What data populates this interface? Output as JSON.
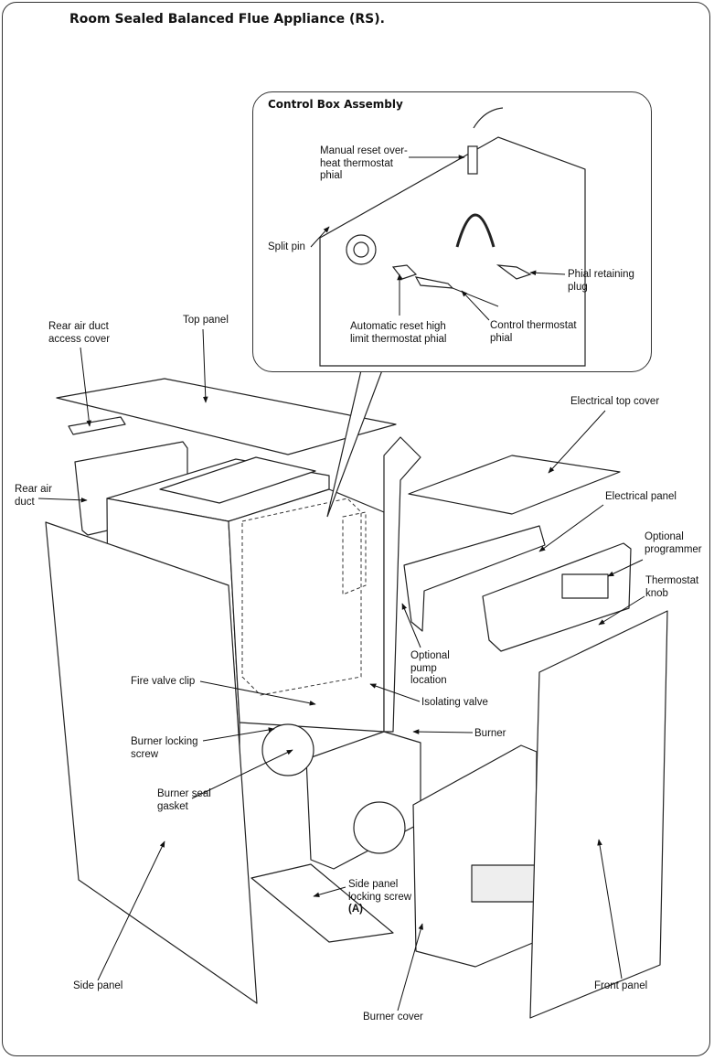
{
  "title": "Room Sealed Balanced Flue Appliance (RS).",
  "inset": {
    "title": "Control Box Assembly",
    "labels": {
      "manual_reset": "Manual reset over-\nheat thermostat\nphial",
      "split_pin": "Split pin",
      "phial_plug": "Phial retaining\nplug",
      "auto_reset": "Automatic reset high\nlimit thermostat phial",
      "control_thermostat": "Control thermostat\nphial"
    }
  },
  "labels": {
    "rear_air_duct_access_cover": "Rear air duct\naccess cover",
    "top_panel": "Top panel",
    "electrical_top_cover": "Electrical top cover",
    "rear_air_duct": "Rear air\nduct",
    "electrical_panel": "Electrical panel",
    "optional_programmer": "Optional\nprogrammer",
    "thermostat_knob": "Thermostat\nknob",
    "optional_pump_location": "Optional\npump\nlocation",
    "fire_valve_clip": "Fire valve clip",
    "isolating_valve": "Isolating valve",
    "burner_locking_screw": "Burner locking\nscrew",
    "burner": "Burner",
    "burner_seal_gasket": "Burner seal\ngasket",
    "side_panel_locking_screw": "Side panel\nlocking screw",
    "side_panel_locking_screw_ref": "(A)",
    "side_panel": "Side panel",
    "burner_cover": "Burner cover",
    "front_panel": "Front panel"
  }
}
